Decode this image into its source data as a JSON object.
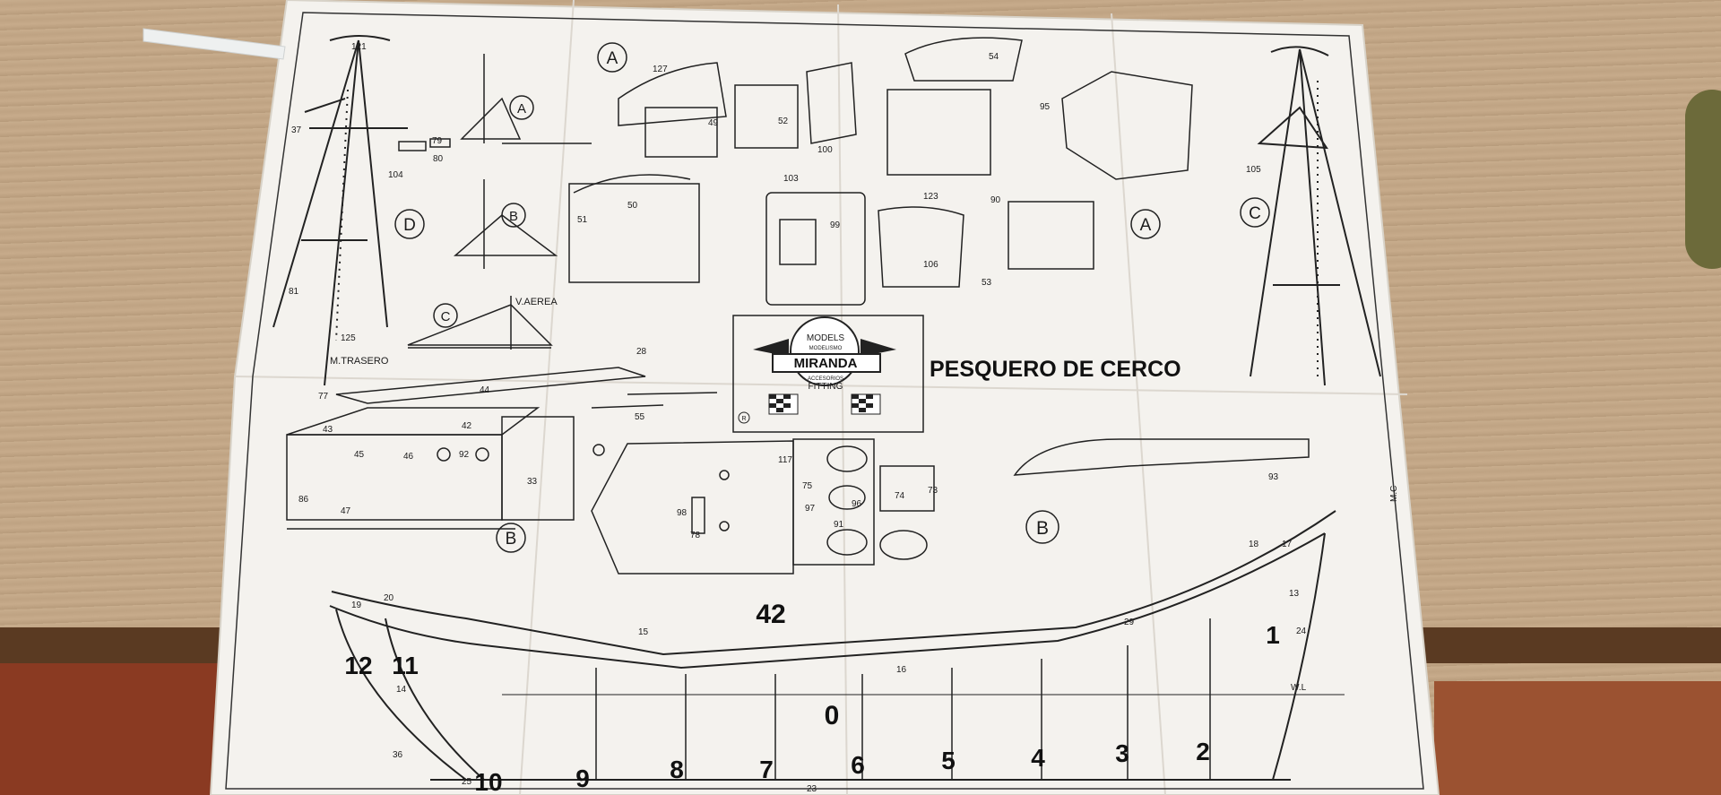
{
  "plan": {
    "title": "PESQUERO DE CERCO",
    "brand": {
      "top": "MODELS",
      "small_top": "MODELISMO",
      "name": "MIRANDA",
      "small_bottom": "ACCESORIOS",
      "bottom": "FITTING",
      "registered": "R"
    },
    "mast_labels": {
      "rear_mast": "M.TRASERO",
      "aerial": "V.AEREA",
      "waterline": "W.L",
      "initials": "M.C"
    },
    "detail_letters": [
      "A",
      "A",
      "A",
      "B",
      "B",
      "B",
      "C",
      "C",
      "D"
    ],
    "station_numbers": [
      "12",
      "11",
      "10",
      "9",
      "8",
      "7",
      "6",
      "5",
      "4",
      "3",
      "2",
      "1",
      "0"
    ],
    "big_part": "42",
    "part_numbers": [
      "121",
      "37",
      "104",
      "80",
      "79",
      "81",
      "125",
      "77",
      "28",
      "55",
      "44",
      "42",
      "43",
      "45",
      "46",
      "92",
      "47",
      "86",
      "33",
      "117",
      "75",
      "73",
      "74",
      "97",
      "98",
      "78",
      "96",
      "93",
      "91",
      "53",
      "52",
      "50",
      "49",
      "51",
      "127",
      "100",
      "103",
      "99",
      "106",
      "90",
      "123",
      "17",
      "18",
      "13",
      "24",
      "29",
      "15",
      "16",
      "19",
      "20",
      "36",
      "14",
      "25",
      "23",
      "95",
      "105",
      "54"
    ]
  }
}
